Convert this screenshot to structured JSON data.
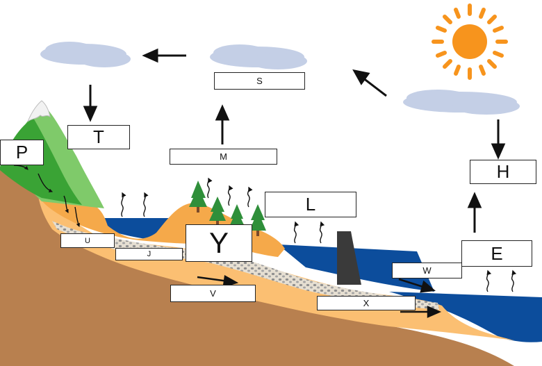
{
  "labels": {
    "P": "P",
    "T": "T",
    "S": "S",
    "M": "M",
    "H": "H",
    "L": "L",
    "E": "E",
    "Y": "Y",
    "U": "U",
    "J": "J",
    "V": "V",
    "W": "W",
    "X": "X"
  },
  "colors": {
    "sky": "#ffffff",
    "cloud": "#c4cfe6",
    "sun": "#f7941d",
    "bedrock": "#b8804f",
    "soil": "#fbbf72",
    "soil_dark": "#f5a94a",
    "gravel": "#c8c0b4",
    "water": "#0c4d9c",
    "mountain_green": "#3aa335",
    "mountain_light": "#7fca6a",
    "snow": "#f2f2f2",
    "tree": "#2f8f3a",
    "dam": "#3a3a3a"
  },
  "icons": [
    "sun-icon",
    "cloud-icon",
    "tree-icon",
    "arrow-icon",
    "evaporation-wave-icon",
    "dam-icon"
  ]
}
